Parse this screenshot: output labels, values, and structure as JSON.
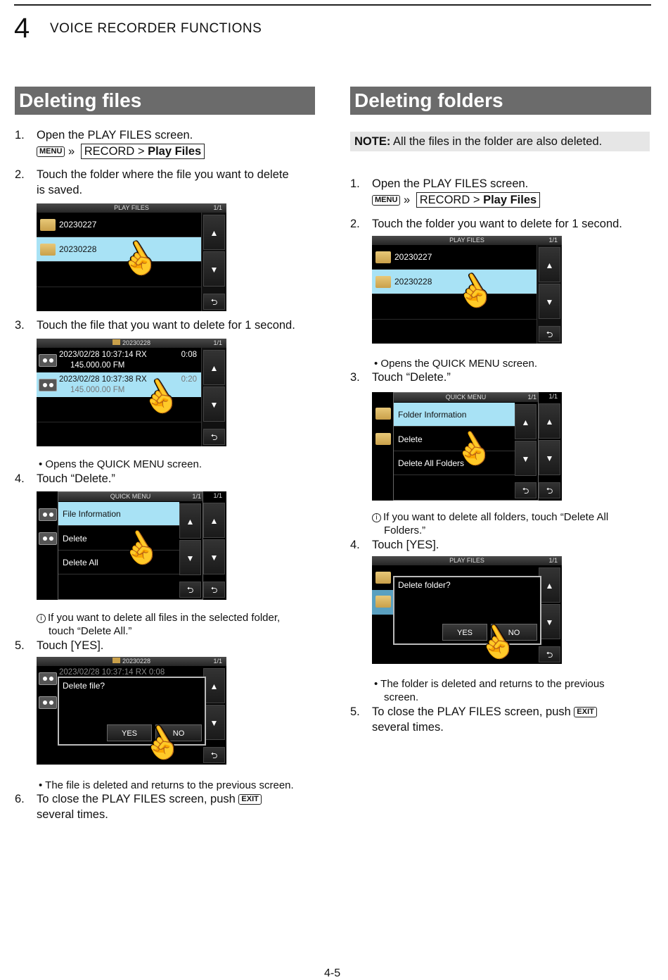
{
  "header": {
    "chapter": "4",
    "title": "VOICE RECORDER FUNCTIONS"
  },
  "page_number": "4-5",
  "menu_key": "MENU",
  "exit_key": "EXIT",
  "left": {
    "title": "Deleting files",
    "s1_num": "1.",
    "s1_text": "Open the PLAY FILES screen.",
    "path_pre": "RECORD > ",
    "path_bold": "Play Files",
    "s2_num": "2.",
    "s2_text_a": "Touch the folder where the file you want to delete",
    "s2_text_b": "is saved.",
    "s3_num": "3.",
    "s3_text": "Touch the file that you want to delete for 1 second.",
    "b1": "Opens the QUICK MENU screen.",
    "s4_num": "4.",
    "s4_text": "Touch “Delete.”",
    "info_a": "If you want to delete all files in the selected folder,",
    "info_b": "touch “Delete All.”",
    "s5_num": "5.",
    "s5_text": "Touch [YES].",
    "b2": "The file is deleted and returns to the previous screen.",
    "s6_num": "6.",
    "s6_text": "To close the PLAY FILES screen, push",
    "s6_text_b": "several times."
  },
  "right": {
    "title": "Deleting folders",
    "note_label": "NOTE:",
    "note_text": "All the files in the folder are also deleted.",
    "s1_num": "1.",
    "s1_text": "Open the PLAY FILES screen.",
    "s2_num": "2.",
    "s2_text": "Touch the folder you want to delete for 1 second.",
    "b1": "Opens the QUICK MENU screen.",
    "s3_num": "3.",
    "s3_text": "Touch “Delete.”",
    "info_a": "If you want to delete all folders, touch “Delete All",
    "info_b": "Folders.”",
    "s4_num": "4.",
    "s4_text": "Touch [YES].",
    "b2_a": "The folder is deleted and returns to the previous",
    "b2_b": "screen.",
    "s5_num": "5.",
    "s5_text": "To close the PLAY FILES screen, push",
    "s5_text_b": "several times."
  },
  "screens": {
    "play_files_title": "PLAY FILES",
    "page": "1/1",
    "folder1": "20230227",
    "folder2": "20230228",
    "folder_hdr": "20230228",
    "rec1_line1": "2023/02/28  10:37:14  RX",
    "rec1_dur": "0:08",
    "rec1_line2": "145.000.00   FM",
    "rec2_line1": "2023/02/28  10:37:38  RX",
    "rec2_dur": "0:20",
    "rec2_line2": "145.000.00   FM",
    "rec_ghost": "2023/02/28  10:37:14  RX        0:08",
    "quick_menu_title": "QUICK MENU",
    "qm_file_info": "File Information",
    "qm_folder_info": "Folder Information",
    "qm_delete": "Delete",
    "qm_delete_all": "Delete All",
    "qm_delete_all_folders": "Delete All Folders",
    "dlg_delete_file": "Delete file?",
    "dlg_delete_folder": "Delete folder?",
    "yes": "YES",
    "no": "NO",
    "up_glyph": "▲",
    "down_glyph": "▼",
    "back_glyph": "⮌",
    "hand_glyph": "☝",
    "raquo": "»"
  }
}
